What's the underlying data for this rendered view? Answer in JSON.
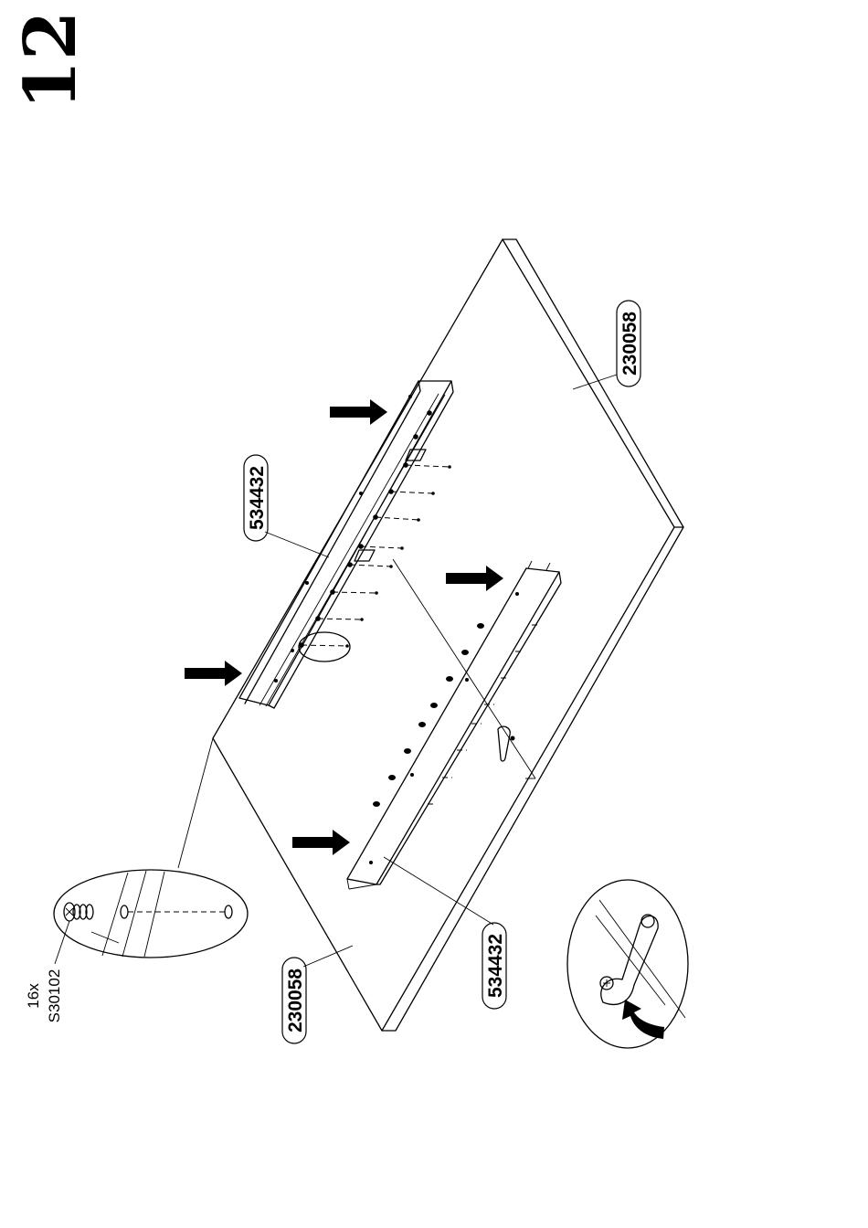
{
  "step": {
    "number": "12"
  },
  "parts": {
    "panel_top_label": "230058",
    "panel_bottom_label": "230058",
    "rail_top_label": "534432",
    "rail_bottom_label": "534432"
  },
  "fastener": {
    "quantity": "16x",
    "part_code": "S30102"
  },
  "icons": {
    "push_arrows": "arrow-right-icon",
    "rotate_arrow": "curved-arrow-icon",
    "detail_callouts": "magnifier-ellipse"
  }
}
